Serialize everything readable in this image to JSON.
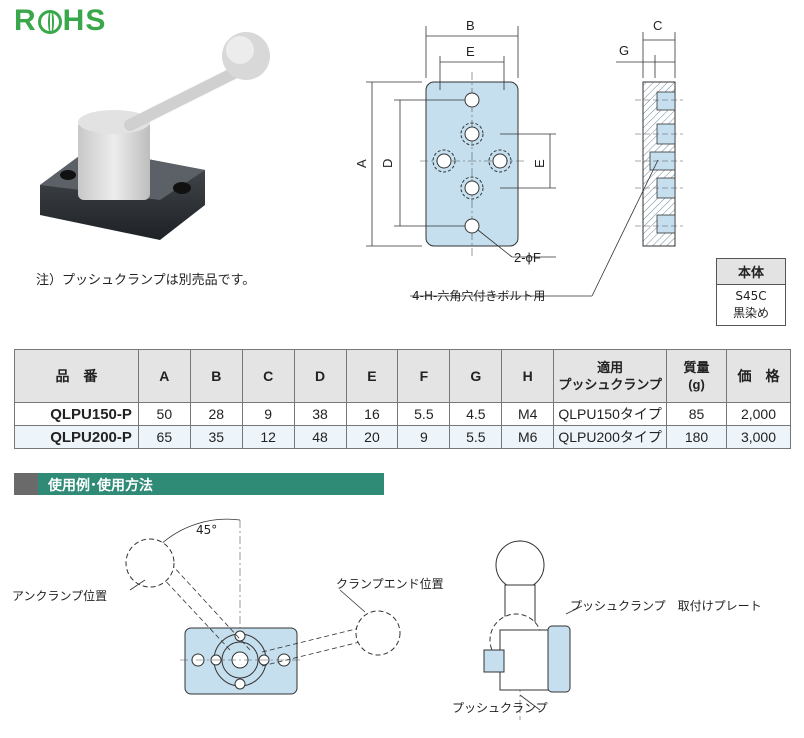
{
  "rohs_logo": "RoHS",
  "note": "注）プッシュクランプは別売品です。",
  "drawing_labels": {
    "B": "B",
    "E_top": "E",
    "A": "A",
    "D": "D",
    "E_side": "E",
    "C": "C",
    "G": "G",
    "phiF": "2-ϕF",
    "hole": "4-H-六角穴付きボルト用"
  },
  "material": {
    "header": "本体",
    "line1": "S45C",
    "line2": "黒染め"
  },
  "table": {
    "headers": {
      "part": "品　番",
      "A": "A",
      "B": "B",
      "C": "C",
      "D": "D",
      "E": "E",
      "F": "F",
      "G": "G",
      "H": "H",
      "clamp1": "適用",
      "clamp2": "プッシュクランプ",
      "mass1": "質量",
      "mass2": "(g)",
      "price": "価　格"
    },
    "rows": [
      {
        "part": "QLPU150-P",
        "A": "50",
        "B": "28",
        "C": "9",
        "D": "38",
        "E": "16",
        "F": "5.5",
        "G": "4.5",
        "H": "M4",
        "clamp": "QLPU150タイプ",
        "mass": "85",
        "price": "2,000"
      },
      {
        "part": "QLPU200-P",
        "A": "65",
        "B": "35",
        "C": "12",
        "D": "48",
        "E": "20",
        "F": "9",
        "G": "5.5",
        "H": "M6",
        "clamp": "QLPU200タイプ",
        "mass": "180",
        "price": "3,000"
      }
    ]
  },
  "section_title": "使用例･使用方法",
  "usage_labels": {
    "angle": "45°",
    "unclamp": "アンクランプ位置",
    "clampend": "クランプエンド位置",
    "pushclamp_plate": "プッシュクランプ　取付けプレート",
    "pushclamp": "プッシュクランプ"
  },
  "colors": {
    "accent": "#2f8a76",
    "plate": "#c5dfee",
    "rohs": "#3aa84a"
  }
}
